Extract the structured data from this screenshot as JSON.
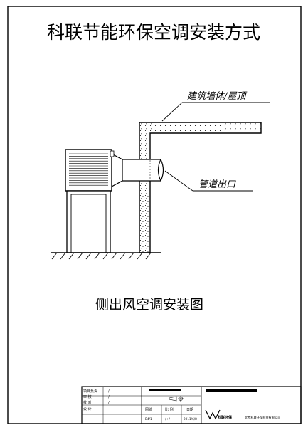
{
  "drawing": {
    "title": "科联节能环保空调安装方式",
    "caption": "侧出风空调安装图",
    "labels": {
      "wall_roof": "建筑墙体/屋顶",
      "duct_outlet": "管道出口"
    }
  },
  "title_block": {
    "row_labels": [
      "项目负责",
      "审 核",
      "校 对",
      "设 计"
    ],
    "row_values": [
      "/",
      "/",
      "/",
      ""
    ],
    "scale_header": "图纸",
    "sheet_header": "比 例",
    "date_header": "日期",
    "scale_value": "B4/1",
    "sheet_value": "/ : /",
    "date_value": "2011/6/8",
    "logo_text": "科联环保",
    "company": "北京科联环保科技有限公司"
  }
}
